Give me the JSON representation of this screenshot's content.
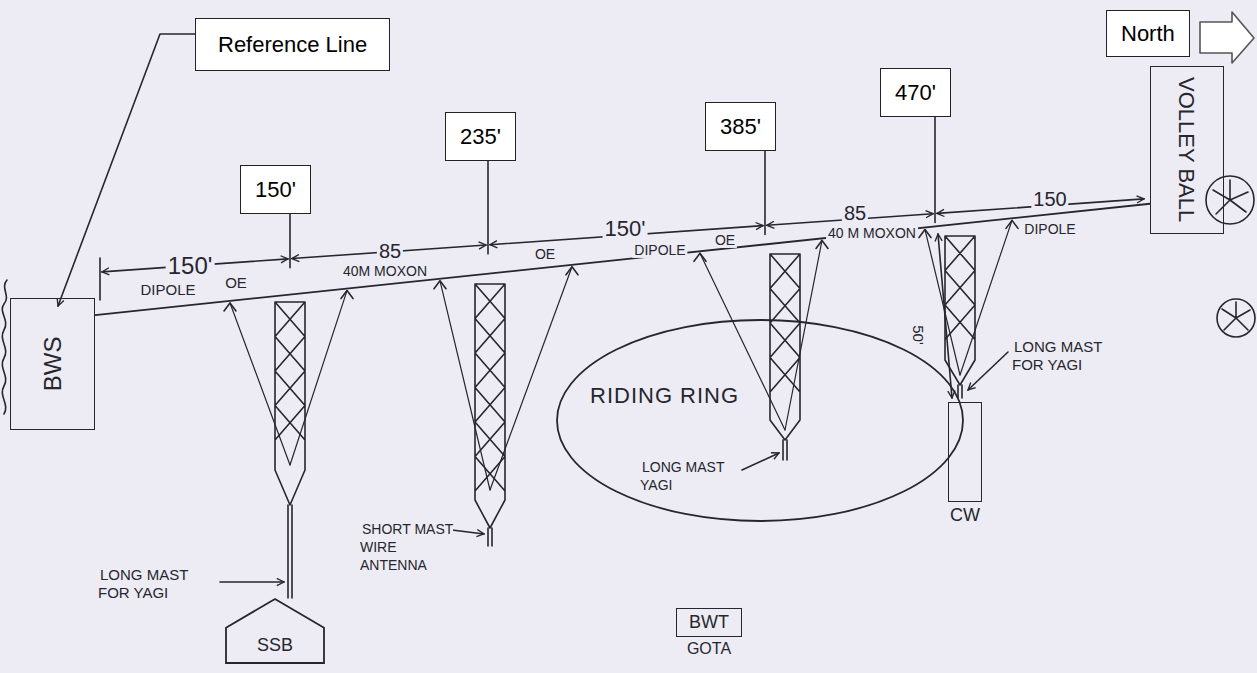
{
  "diagram": {
    "nodes": [
      {
        "text": [
          "Reference Line"
        ]
      },
      {
        "text": [
          "North"
        ]
      },
      {
        "text": [
          "150'"
        ]
      },
      {
        "text": [
          "235'"
        ]
      },
      {
        "text": [
          "385'"
        ]
      },
      {
        "text": [
          "470'"
        ]
      },
      {
        "text": [
          "BWS"
        ]
      },
      {
        "text": [
          "VOLLEY BALL"
        ]
      },
      {
        "text": [
          "RIDING RING"
        ]
      },
      {
        "text": [
          "SSB"
        ]
      },
      {
        "text": [
          "BWT",
          "GOTA"
        ]
      },
      {
        "text": [
          "CW"
        ]
      }
    ],
    "edges": [
      {
        "from": 6,
        "to": 7,
        "arrow": "none"
      }
    ],
    "labels": [
      "150'",
      "DIPOLE",
      "OE",
      "85",
      "40M MOXON",
      "OE",
      "150'",
      "DIPOLE",
      "OE",
      "85",
      "40 M MOXON",
      "150",
      "DIPOLE",
      "50'",
      "LONG MAST FOR YAGI",
      "SHORT MAST WIRE ANTENNA",
      "LONG MAST YAGI",
      "LONG MAST FOR YAGI"
    ]
  }
}
